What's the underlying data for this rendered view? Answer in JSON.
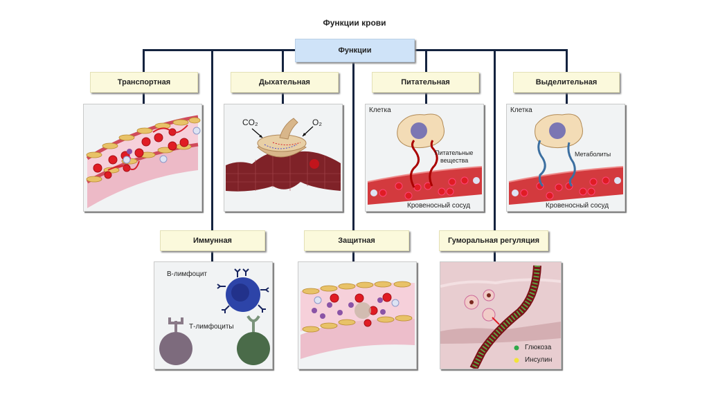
{
  "title": "Функции крови",
  "root": {
    "label": "Функции",
    "color": "#cfe3f8"
  },
  "connector_color": "#14233f",
  "label_box_color": "#fbf9dc",
  "functions": [
    {
      "id": "transport",
      "label": "Транспортная",
      "illustration": "blood-vessel-with-cells-icon"
    },
    {
      "id": "respiratory",
      "label": "Дыхательная",
      "illustration": "alveolus-gas-exchange-icon",
      "annotations": {
        "co2": "CO₂",
        "o2": "O₂"
      }
    },
    {
      "id": "nutritive",
      "label": "Питательная",
      "illustration": "cell-nutrients-icon",
      "annotations": {
        "cell": "Клетка",
        "nutrients_line1": "Питательные",
        "nutrients_line2": "вещества",
        "vessel": "Кровеносный сосуд"
      }
    },
    {
      "id": "excretory",
      "label": "Выделительная",
      "illustration": "cell-metabolites-icon",
      "annotations": {
        "cell": "Клетка",
        "metabolites": "Метаболиты",
        "vessel": "Кровеносный сосуд"
      }
    },
    {
      "id": "immune",
      "label": "Иммунная",
      "illustration": "lymphocytes-icon",
      "annotations": {
        "b_cell": "В-лимфоцит",
        "t_cells": "Т-лимфоциты"
      }
    },
    {
      "id": "protective",
      "label": "Защитная",
      "illustration": "blood-clot-icon"
    },
    {
      "id": "humoral",
      "label": "Гуморальная регуляция",
      "illustration": "hormone-transport-icon",
      "annotations": {
        "glucose": "Глюкоза",
        "insulin": "Инсулин",
        "glucose_color": "#2fa84a",
        "insulin_color": "#f2e43a"
      }
    }
  ]
}
